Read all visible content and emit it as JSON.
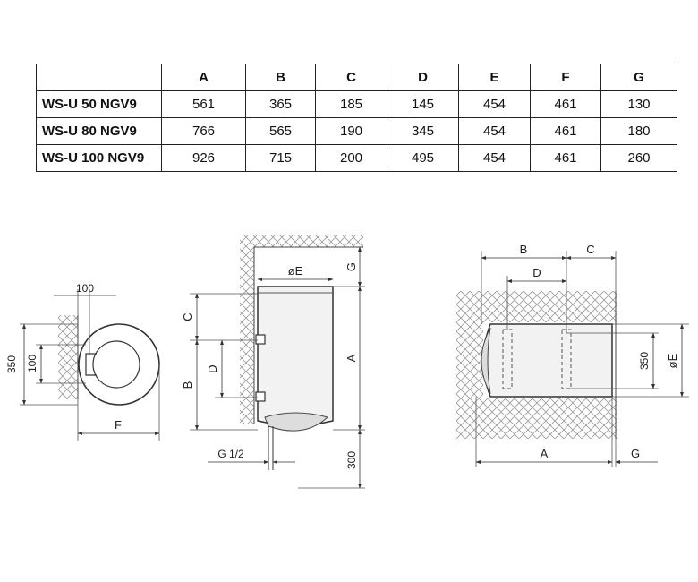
{
  "table": {
    "columns": [
      "",
      "A",
      "B",
      "C",
      "D",
      "E",
      "F",
      "G"
    ],
    "rows": [
      {
        "model": "WS-U 50 NGV9",
        "values": [
          "561",
          "365",
          "185",
          "145",
          "454",
          "461",
          "130"
        ]
      },
      {
        "model": "WS-U 80 NGV9",
        "values": [
          "766",
          "565",
          "190",
          "345",
          "454",
          "461",
          "180"
        ]
      },
      {
        "model": "WS-U 100 NGV9",
        "values": [
          "926",
          "715",
          "200",
          "495",
          "454",
          "461",
          "260"
        ]
      }
    ]
  },
  "top_view": {
    "dim_100_top": "100",
    "dim_350": "350",
    "dim_100_left": "100",
    "dim_f": "F"
  },
  "side_view": {
    "dim_e": "øE",
    "dim_g": "G",
    "dim_c": "C",
    "dim_b": "B",
    "dim_d": "D",
    "dim_a": "A",
    "dim_g_half": "G 1/2",
    "dim_300": "300"
  },
  "horizontal_view": {
    "dim_b": "B",
    "dim_c": "C",
    "dim_d": "D",
    "dim_350": "350",
    "dim_e": "øE",
    "dim_a": "A",
    "dim_g": "G"
  }
}
